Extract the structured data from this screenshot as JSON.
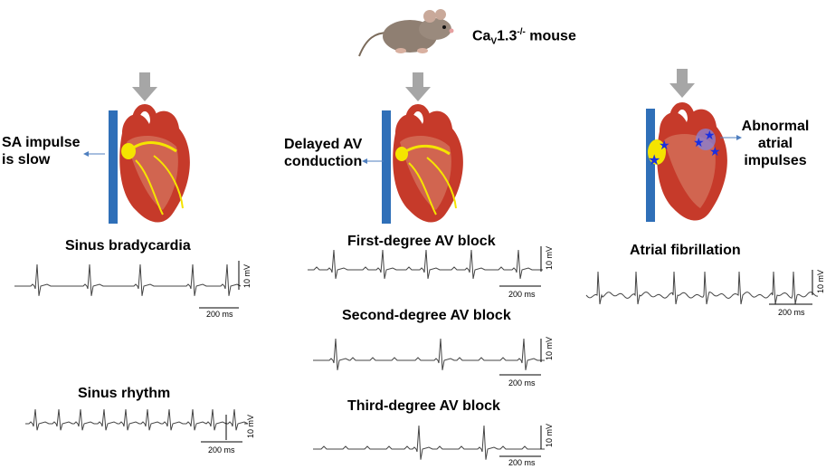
{
  "mouse": {
    "label_main": "Ca",
    "label_sub": "V",
    "label_after": "1.3",
    "label_sup": "-/-",
    "label_tail": " mouse"
  },
  "panels": {
    "left": {
      "label_line1": "SA impulse",
      "label_line2": "is slow"
    },
    "middle": {
      "label_line1": "Delayed AV",
      "label_line2": "conduction"
    },
    "right": {
      "label_line1": "Abnormal",
      "label_line2": "atrial",
      "label_line3": "impulses"
    }
  },
  "traces": {
    "sinus_brady": {
      "title": "Sinus bradycardia",
      "v_scale": "10 mV",
      "t_scale": "200 ms"
    },
    "sinus_rhythm": {
      "title": "Sinus rhythm",
      "v_scale": "10 mV",
      "t_scale": "200 ms"
    },
    "first_av": {
      "title": "First-degree AV block",
      "v_scale": "10 mV",
      "t_scale": "200 ms"
    },
    "second_av": {
      "title": "Second-degree AV block",
      "v_scale": "10 mV",
      "t_scale": "200 ms"
    },
    "third_av": {
      "title": "Third-degree AV block",
      "v_scale": "10 mV",
      "t_scale": "200 ms"
    },
    "afib": {
      "title": "Atrial fibrillation",
      "v_scale": "10 mV",
      "t_scale": "200 ms"
    }
  },
  "colors": {
    "arrow": "#a6a6a6",
    "conduction": "#f5e400",
    "blue_star": "#1a2fe0",
    "vessel_blue": "#2f6fb8",
    "heart_red": "#c63a2a"
  }
}
